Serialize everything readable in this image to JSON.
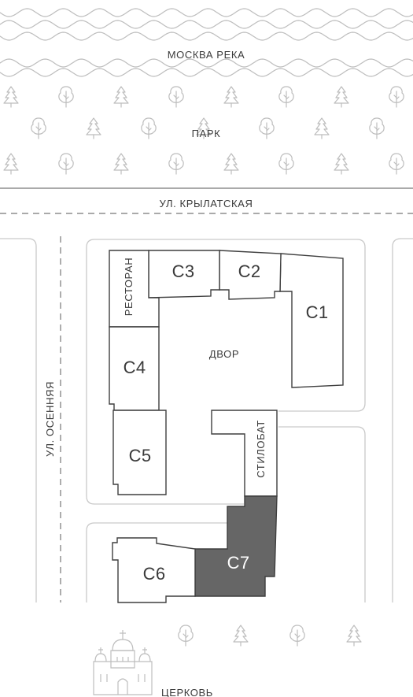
{
  "labels": {
    "river": "МОСКВА РЕКА",
    "park": "ПАРК",
    "street_top": "УЛ. КРЫЛАТСКАЯ",
    "street_left": "УЛ. ОСЕННЯЯ",
    "courtyard": "ДВОР",
    "restaurant": "РЕСТОРАН",
    "stylobate": "СТИЛОБАТ",
    "church": "ЦЕРКОВЬ"
  },
  "buildings": {
    "c1": "С1",
    "c2": "С2",
    "c3": "С3",
    "c4": "С4",
    "c5": "С5",
    "c6": "С6",
    "c7": "С7"
  },
  "highlight": {
    "building": "С7",
    "color": "#666666"
  },
  "icons": {
    "tree_round": "deciduous-tree-icon",
    "tree_fir": "fir-tree-icon",
    "church": "church-icon"
  }
}
